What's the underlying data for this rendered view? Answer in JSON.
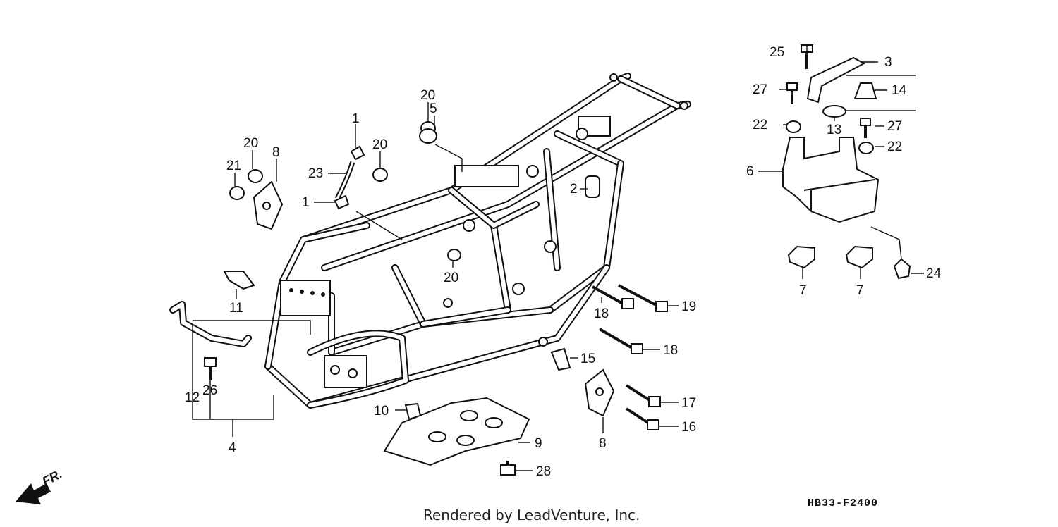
{
  "diagram": {
    "code": "HB33-F2400",
    "credit": "Rendered by LeadVenture, Inc.",
    "direction_label": "FR.",
    "callouts": [
      {
        "id": "c25",
        "text": "25"
      },
      {
        "id": "c3",
        "text": "3"
      },
      {
        "id": "c27a",
        "text": "27"
      },
      {
        "id": "c14",
        "text": "14"
      },
      {
        "id": "c22a",
        "text": "22"
      },
      {
        "id": "c13",
        "text": "13"
      },
      {
        "id": "c27b",
        "text": "27"
      },
      {
        "id": "c22b",
        "text": "22"
      },
      {
        "id": "c6",
        "text": "6"
      },
      {
        "id": "c24",
        "text": "24"
      },
      {
        "id": "c7a",
        "text": "7"
      },
      {
        "id": "c7b",
        "text": "7"
      },
      {
        "id": "c20a",
        "text": "20"
      },
      {
        "id": "c5",
        "text": "5"
      },
      {
        "id": "c1a",
        "text": "1"
      },
      {
        "id": "c20b",
        "text": "20"
      },
      {
        "id": "c20c",
        "text": "20"
      },
      {
        "id": "c8a",
        "text": "8"
      },
      {
        "id": "c21",
        "text": "21"
      },
      {
        "id": "c23",
        "text": "23"
      },
      {
        "id": "c1b",
        "text": "1"
      },
      {
        "id": "c2",
        "text": "2"
      },
      {
        "id": "c20d",
        "text": "20"
      },
      {
        "id": "c11",
        "text": "11"
      },
      {
        "id": "c18a",
        "text": "18"
      },
      {
        "id": "c19",
        "text": "19"
      },
      {
        "id": "c18b",
        "text": "18"
      },
      {
        "id": "c15",
        "text": "15"
      },
      {
        "id": "c12",
        "text": "12"
      },
      {
        "id": "c26",
        "text": "26"
      },
      {
        "id": "c4",
        "text": "4"
      },
      {
        "id": "c10",
        "text": "10"
      },
      {
        "id": "c9",
        "text": "9"
      },
      {
        "id": "c17",
        "text": "17"
      },
      {
        "id": "c16",
        "text": "16"
      },
      {
        "id": "c8b",
        "text": "8"
      },
      {
        "id": "c28",
        "text": "28"
      }
    ]
  }
}
